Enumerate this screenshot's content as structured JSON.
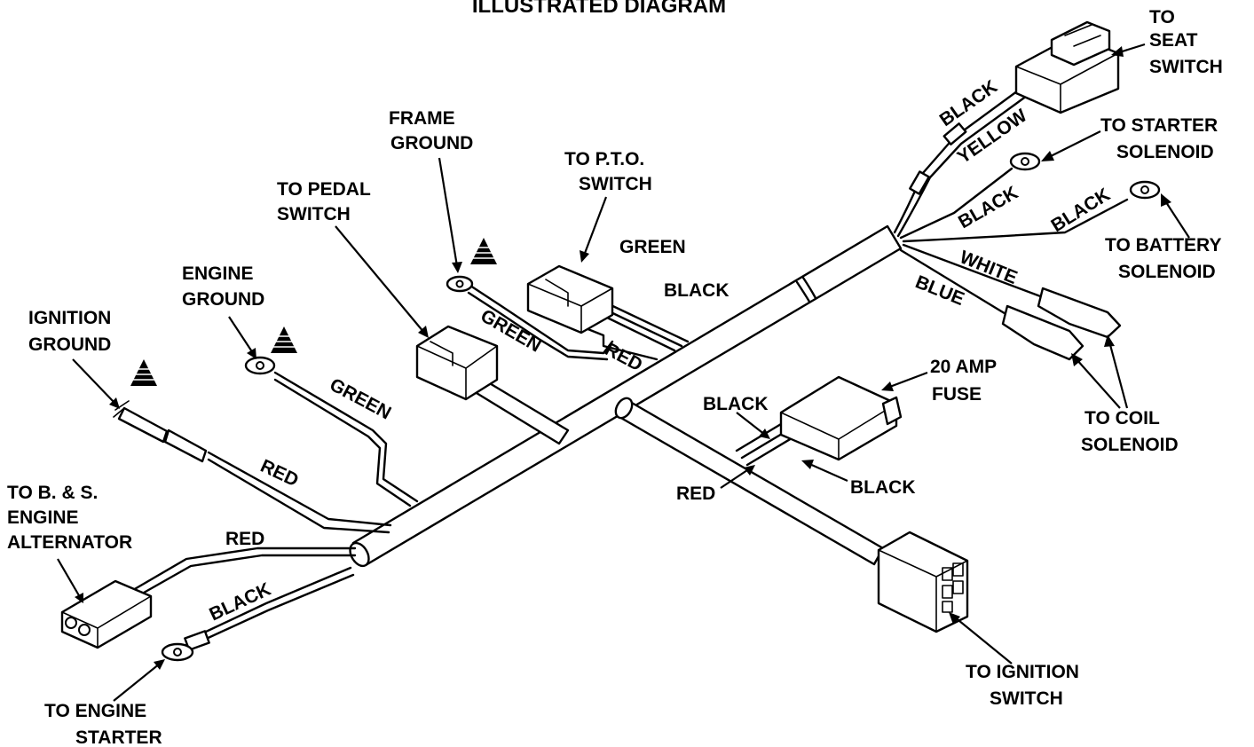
{
  "title": "ILLUSTRATED DIAGRAM",
  "labels": {
    "seat_switch": [
      "TO",
      "SEAT",
      "SWITCH"
    ],
    "starter_solenoid": [
      "TO STARTER",
      "SOLENOID"
    ],
    "battery_solenoid": [
      "TO BATTERY",
      "SOLENOID"
    ],
    "coil_solenoid": [
      "TO COIL",
      "SOLENOID"
    ],
    "fuse": [
      "20 AMP",
      "FUSE"
    ],
    "ignition_switch": [
      "TO IGNITION",
      "SWITCH"
    ],
    "frame_ground": [
      "FRAME",
      "GROUND"
    ],
    "pto_switch": [
      "TO P.T.O.",
      "SWITCH"
    ],
    "pedal_switch": [
      "TO PEDAL",
      "SWITCH"
    ],
    "engine_ground": [
      "ENGINE",
      "GROUND"
    ],
    "ignition_ground": [
      "IGNITION",
      "GROUND"
    ],
    "alternator": [
      "TO B. & S.",
      "ENGINE",
      "ALTERNATOR"
    ],
    "engine_starter": [
      "TO ENGINE",
      "STARTER"
    ]
  },
  "wire_colors": {
    "seat_black": "BLACK",
    "seat_yellow": "YELLOW",
    "starter_black": "BLACK",
    "battery_black": "BLACK",
    "coil_white": "WHITE",
    "coil_blue": "BLUE",
    "pto_green": "GREEN",
    "pto_black": "BLACK",
    "frame_green": "GREEN",
    "pto_red": "RED",
    "fuse_black_top": "BLACK",
    "fuse_black_bottom": "BLACK",
    "fuse_red": "RED",
    "engine_ground_green": "GREEN",
    "ignition_red": "RED",
    "alternator_red": "RED",
    "starter_black_lower": "BLACK"
  }
}
